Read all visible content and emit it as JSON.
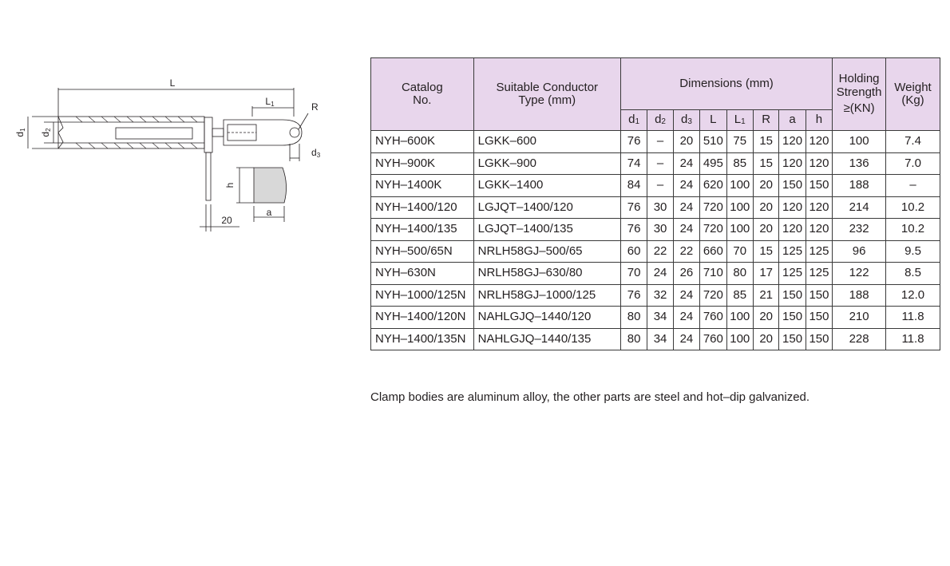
{
  "drawing": {
    "labels": {
      "L": "L",
      "L1_base": "L",
      "L1_sub": "1",
      "R": "R",
      "d1_base": "d",
      "d1_sub": "1",
      "d2_base": "d",
      "d2_sub": "2",
      "d3_base": "d",
      "d3_sub": "3",
      "h": "h",
      "a": "a",
      "twenty": "20"
    }
  },
  "table": {
    "headers": {
      "catalog": [
        "Catalog",
        "No."
      ],
      "conductor": [
        "Suitable Conductor",
        "Type (mm)"
      ],
      "dimensions": "Dimensions (mm)",
      "holding": [
        "Holding",
        "Strength",
        "≥(KN)"
      ],
      "weight": [
        "Weight",
        "(Kg)"
      ],
      "dims": {
        "d1": {
          "base": "d",
          "sub": "1"
        },
        "d2": {
          "base": "d",
          "sub": "2"
        },
        "d3": {
          "base": "d",
          "sub": "3"
        },
        "L": "L",
        "L1": {
          "base": "L",
          "sub": "1"
        },
        "R": "R",
        "a": "a",
        "h": "h"
      }
    },
    "rows": [
      [
        "NYH–600K",
        "LGKK–600",
        "76",
        "–",
        "20",
        "510",
        "75",
        "15",
        "120",
        "120",
        "100",
        "7.4"
      ],
      [
        "NYH–900K",
        "LGKK–900",
        "74",
        "–",
        "24",
        "495",
        "85",
        "15",
        "120",
        "120",
        "136",
        "7.0"
      ],
      [
        "NYH–1400K",
        "LGKK–1400",
        "84",
        "–",
        "24",
        "620",
        "100",
        "20",
        "150",
        "150",
        "188",
        "–"
      ],
      [
        "NYH–1400/120",
        "LGJQT–1400/120",
        "76",
        "30",
        "24",
        "720",
        "100",
        "20",
        "120",
        "120",
        "214",
        "10.2"
      ],
      [
        "NYH–1400/135",
        "LGJQT–1400/135",
        "76",
        "30",
        "24",
        "720",
        "100",
        "20",
        "120",
        "120",
        "232",
        "10.2"
      ],
      [
        "NYH–500/65N",
        "NRLH58GJ–500/65",
        "60",
        "22",
        "22",
        "660",
        "70",
        "15",
        "125",
        "125",
        "96",
        "9.5"
      ],
      [
        "NYH–630N",
        "NRLH58GJ–630/80",
        "70",
        "24",
        "26",
        "710",
        "80",
        "17",
        "125",
        "125",
        "122",
        "8.5"
      ],
      [
        "NYH–1000/125N",
        "NRLH58GJ–1000/125",
        "76",
        "32",
        "24",
        "720",
        "85",
        "21",
        "150",
        "150",
        "188",
        "12.0"
      ],
      [
        "NYH–1400/120N",
        "NAHLGJQ–1440/120",
        "80",
        "34",
        "24",
        "760",
        "100",
        "20",
        "150",
        "150",
        "210",
        "11.8"
      ],
      [
        "NYH–1400/135N",
        "NAHLGJQ–1440/135",
        "80",
        "34",
        "24",
        "760",
        "100",
        "20",
        "150",
        "150",
        "228",
        "11.8"
      ]
    ]
  },
  "note": "Clamp bodies are aluminum alloy, the other parts are steel and hot–dip galvanized."
}
